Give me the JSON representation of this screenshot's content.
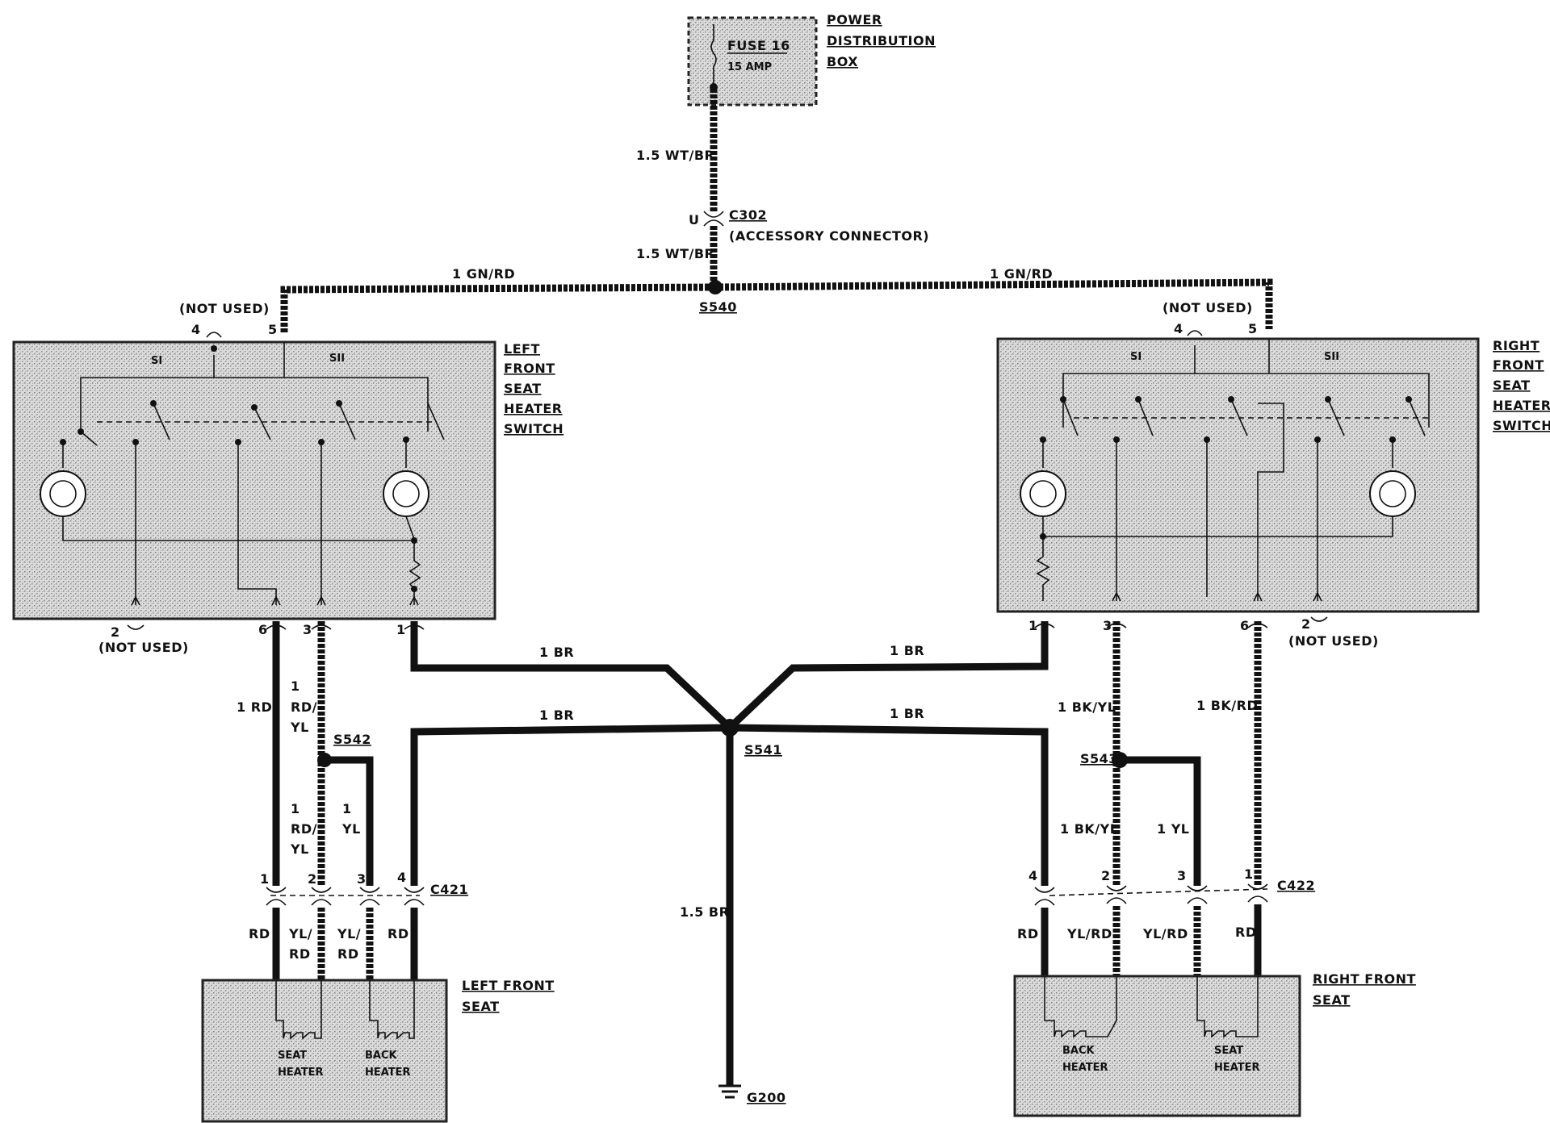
{
  "power": {
    "title": [
      "POWER",
      "DISTRIBUTION",
      "BOX"
    ],
    "fuse_label": "FUSE 16",
    "fuse_amp": "15 AMP"
  },
  "wires": {
    "feed_upper": "1.5 WT/BR",
    "feed_lower": "1.5 WT/BR",
    "gnrd_left": "1 GN/RD",
    "gnrd_right": "1 GN/RD",
    "br_left_upper": "1 BR",
    "br_right_upper": "1 BR",
    "br_left_lower": "1 BR",
    "br_right_lower": "1 BR",
    "ground_trunk": "1.5 BR",
    "left_rd": "1 RD",
    "left_rdyl_upper": [
      "1",
      "RD/",
      "YL"
    ],
    "left_rdyl_lower": [
      "1",
      "RD/",
      "YL"
    ],
    "left_yl": [
      "1",
      "YL"
    ],
    "right_bkyl_upper": "1 BK/YL",
    "right_bkrd": "1 BK/RD",
    "right_bkyl_lower": "1 BK/YL",
    "right_yl": "1 YL"
  },
  "connectors": {
    "c302": "C302",
    "c302_desc": "(ACCESSORY CONNECTOR)",
    "c302_pin": "U",
    "c421": "C421",
    "c422": "C422"
  },
  "splices": {
    "s540": "S540",
    "s541": "S541",
    "s542": "S542",
    "s543": "S543"
  },
  "ground": "G200",
  "left_switch": {
    "title": [
      "LEFT",
      "FRONT",
      "SEAT",
      "HEATER",
      "SWITCH"
    ],
    "not_used_top": "(NOT USED)",
    "not_used_bottom": "(NOT USED)",
    "pin4": "4",
    "pin5": "5",
    "pin2": "2",
    "pin6": "6",
    "pin3": "3",
    "pin1": "1",
    "s1": "SI",
    "s2": "SII"
  },
  "right_switch": {
    "title": [
      "RIGHT",
      "FRONT",
      "SEAT",
      "HEATER",
      "SWITCH"
    ],
    "not_used_top": "(NOT USED)",
    "not_used_bottom": "(NOT USED)",
    "pin4": "4",
    "pin5": "5",
    "pin1": "1",
    "pin3": "3",
    "pin6": "6",
    "pin2": "2",
    "s1": "SI",
    "s2": "SII"
  },
  "left_seat": {
    "title": [
      "LEFT FRONT",
      "SEAT"
    ],
    "pins": [
      "1",
      "2",
      "3",
      "4"
    ],
    "wire_colors": [
      "RD",
      "YL/",
      "YL/",
      "RD"
    ],
    "wire_colors2": [
      "",
      "RD",
      "RD",
      ""
    ],
    "seat_heater": [
      "SEAT",
      "HEATER"
    ],
    "back_heater": [
      "BACK",
      "HEATER"
    ]
  },
  "right_seat": {
    "title": [
      "RIGHT FRONT",
      "SEAT"
    ],
    "pins": [
      "4",
      "2",
      "3",
      "1"
    ],
    "wire_colors": [
      "RD",
      "YL/RD",
      "YL/RD",
      "RD"
    ],
    "back_heater": [
      "BACK",
      "HEATER"
    ],
    "seat_heater": [
      "SEAT",
      "HEATER"
    ]
  }
}
